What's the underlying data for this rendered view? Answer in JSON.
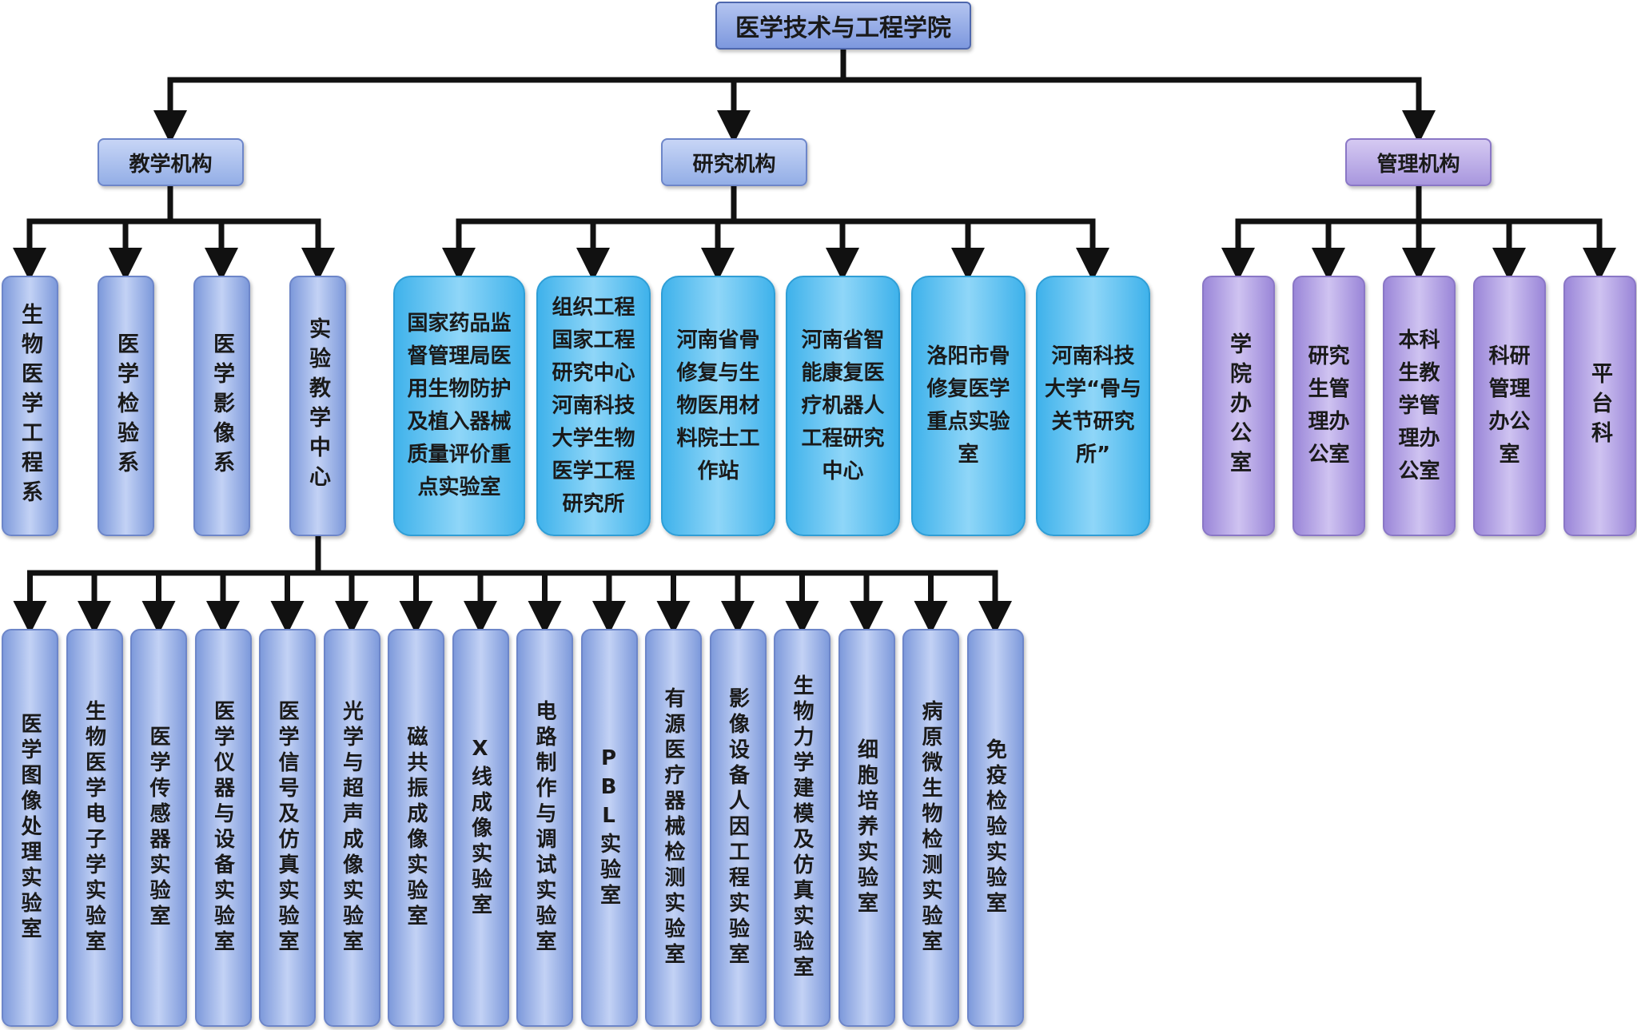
{
  "root": {
    "label": "医学技术与工程学院"
  },
  "branches": {
    "teaching": {
      "label": "教学机构",
      "children": [
        "生物医学工程系",
        "医学检验系",
        "医学影像系",
        "实验教学中心"
      ]
    },
    "research": {
      "label": "研究机构",
      "children": [
        "国家药品监督管理局医用生物防护及植入器械质量评价重点实验室",
        "组织工程国家工程研究中心河南科技大学生物医学工程研究所",
        "河南省骨修复与生物医用材料院士工作站",
        "河南省智能康复医疗机器人工程研究中心",
        "洛阳市骨修复医学重点实验室",
        "河南科技大学“骨与关节研究所”"
      ]
    },
    "management": {
      "label": "管理机构",
      "children": [
        "学院办公室",
        "研究生管理办公室",
        "本科生教学管理办公室",
        "科研管理办公室",
        "平台科"
      ]
    }
  },
  "labs": [
    "医学图像处理实验室",
    "生物医学电子学实验室",
    "医学传感器实验室",
    "医学仪器与设备实验室",
    "医学信号及仿真实验室",
    "光学与超声成像实验室",
    "磁共振成像实验室",
    "X线成像实验室",
    "电路制作与调试实验室",
    "PBL实验室",
    "有源医疗器械检测实验室",
    "影像设备人因工程实验室",
    "生物力学建模及仿真实验室",
    "细胞培养实验室",
    "病原微生物检测实验室",
    "免疫检验实验室"
  ],
  "colors": {
    "connector": "#111111",
    "teaching_box": "#9fb6ea",
    "research_box": "#54bff0",
    "management_box": "#b5a6e6"
  }
}
